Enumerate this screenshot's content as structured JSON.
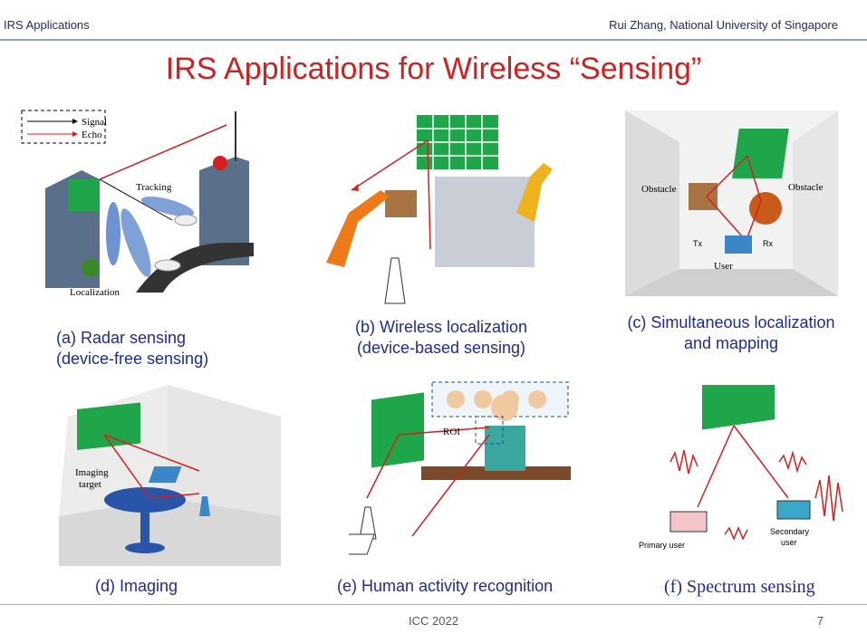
{
  "header": {
    "left": "IRS Applications",
    "right": "Rui Zhang, National University of Singapore"
  },
  "title": "IRS Applications for Wireless “Sensing”",
  "panels": {
    "a": {
      "legend_signal": "Signal",
      "legend_echo": "Echo",
      "tracking": "Tracking",
      "localization": "Localization",
      "caption_line1": "(a)  Radar sensing",
      "caption_line2": "(device-free sensing)"
    },
    "b": {
      "caption_line1": "(b) Wireless  localization",
      "caption_line2": "(device-based sensing)"
    },
    "c": {
      "obstacle_left": "Obstacle",
      "obstacle_right": "Obstacle",
      "tx": "Tx",
      "rx": "Rx",
      "user": "User",
      "caption_line1": "(c) Simultaneous localization",
      "caption_line2": "and mapping"
    },
    "d": {
      "imaging_line1": "Imaging",
      "imaging_line2": "target",
      "caption": "(d) Imaging"
    },
    "e": {
      "roi": "ROI",
      "caption": "(e) Human activity recognition"
    },
    "f": {
      "primary_user": "Primary user",
      "secondary_line1": "Secondary",
      "secondary_line2": "user",
      "caption": "(f) Spectrum sensing"
    }
  },
  "footer": {
    "center": "ICC 2022",
    "page": "7"
  },
  "colors": {
    "title": "#d02020",
    "caption": "#1f2a9a",
    "irs_green": "#1fa64a",
    "arrow_red": "#d81f1f"
  }
}
